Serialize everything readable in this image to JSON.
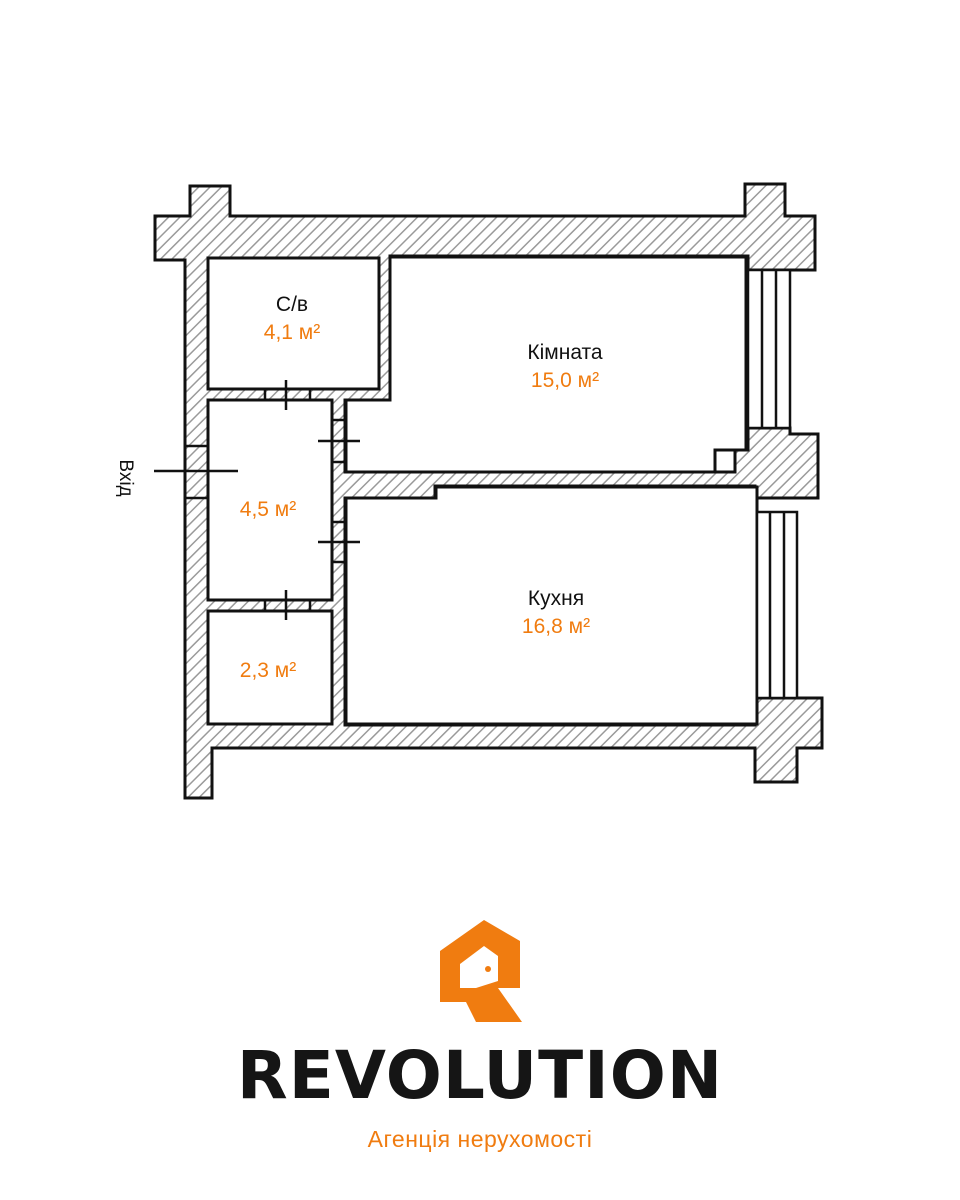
{
  "colors": {
    "accent": "#F07C10",
    "wall_line": "#111111",
    "hatch": "#9a9a9a",
    "background": "#FFFFFF"
  },
  "floor_plan": {
    "entrance_label": "Вхід",
    "rooms": {
      "bathroom": {
        "name": "С/в",
        "area": "4,1 м²"
      },
      "living_room": {
        "name": "Кімната",
        "area": "15,0 м²"
      },
      "hallway": {
        "area": "4,5 м²"
      },
      "storage": {
        "area": "2,3 м²"
      },
      "kitchen": {
        "name": "Кухня",
        "area": "16,8 м²"
      }
    }
  },
  "brand": {
    "logo_icon": "house-door-icon",
    "name": "REVOLUTION",
    "tagline": "Агенція нерухомості"
  }
}
